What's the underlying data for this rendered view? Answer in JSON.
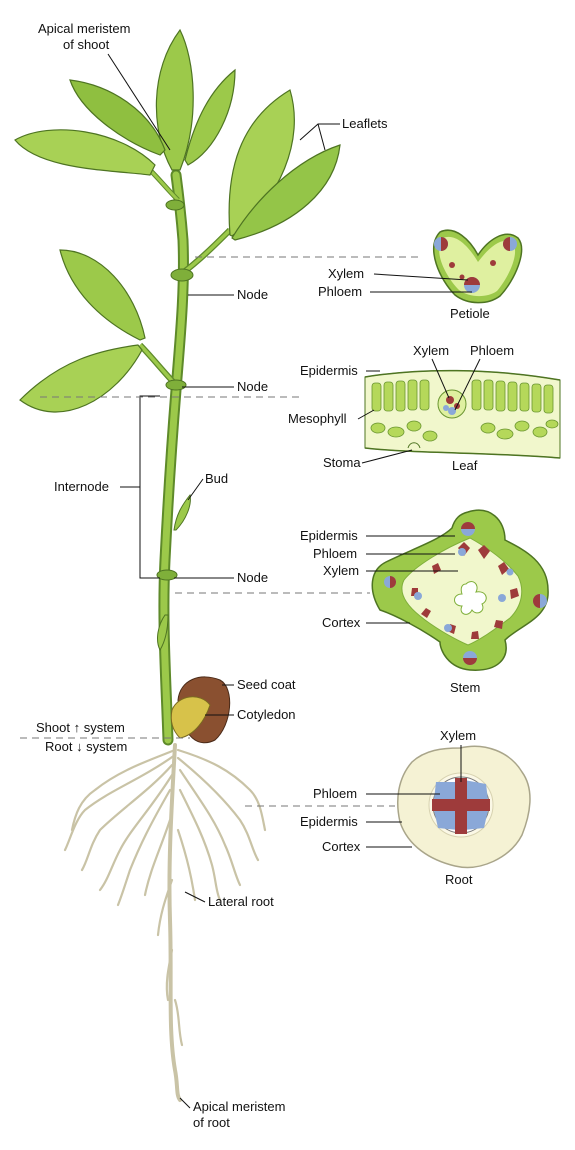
{
  "labels": {
    "apical_meristem_shoot_1": "Apical meristem",
    "apical_meristem_shoot_2": "of shoot",
    "leaflets": "Leaflets",
    "node_1": "Node",
    "node_2": "Node",
    "node_3": "Node",
    "internode": "Internode",
    "bud": "Bud",
    "seed_coat": "Seed coat",
    "cotyledon": "Cotyledon",
    "shoot_system": "Shoot ↑ system",
    "root_system": "Root ↓ system",
    "lateral_root": "Lateral root",
    "apical_meristem_root_1": "Apical meristem",
    "apical_meristem_root_2": "of root",
    "petiole_xylem": "Xylem",
    "petiole_phloem": "Phloem",
    "petiole": "Petiole",
    "leaf_epidermis": "Epidermis",
    "leaf_xylem": "Xylem",
    "leaf_phloem": "Phloem",
    "mesophyll": "Mesophyll",
    "stoma": "Stoma",
    "leaf": "Leaf",
    "stem_epidermis": "Epidermis",
    "stem_phloem": "Phloem",
    "stem_xylem": "Xylem",
    "cortex": "Cortex",
    "stem": "Stem",
    "root_xylem": "Xylem",
    "root_phloem": "Phloem",
    "root_epidermis": "Epidermis",
    "root_cortex": "Cortex",
    "root": "Root"
  },
  "colors": {
    "leaf_green": "#9cc94a",
    "leaf_dark": "#5e8a2a",
    "stem_green": "#8cbf45",
    "tissue_light": "#dff0a0",
    "tissue_pale": "#f1f7cc",
    "xylem_red": "#9e3b3b",
    "phloem_blue": "#8aa8d8",
    "root_cream": "#f5f2d4",
    "seed_brown": "#8a5030"
  }
}
